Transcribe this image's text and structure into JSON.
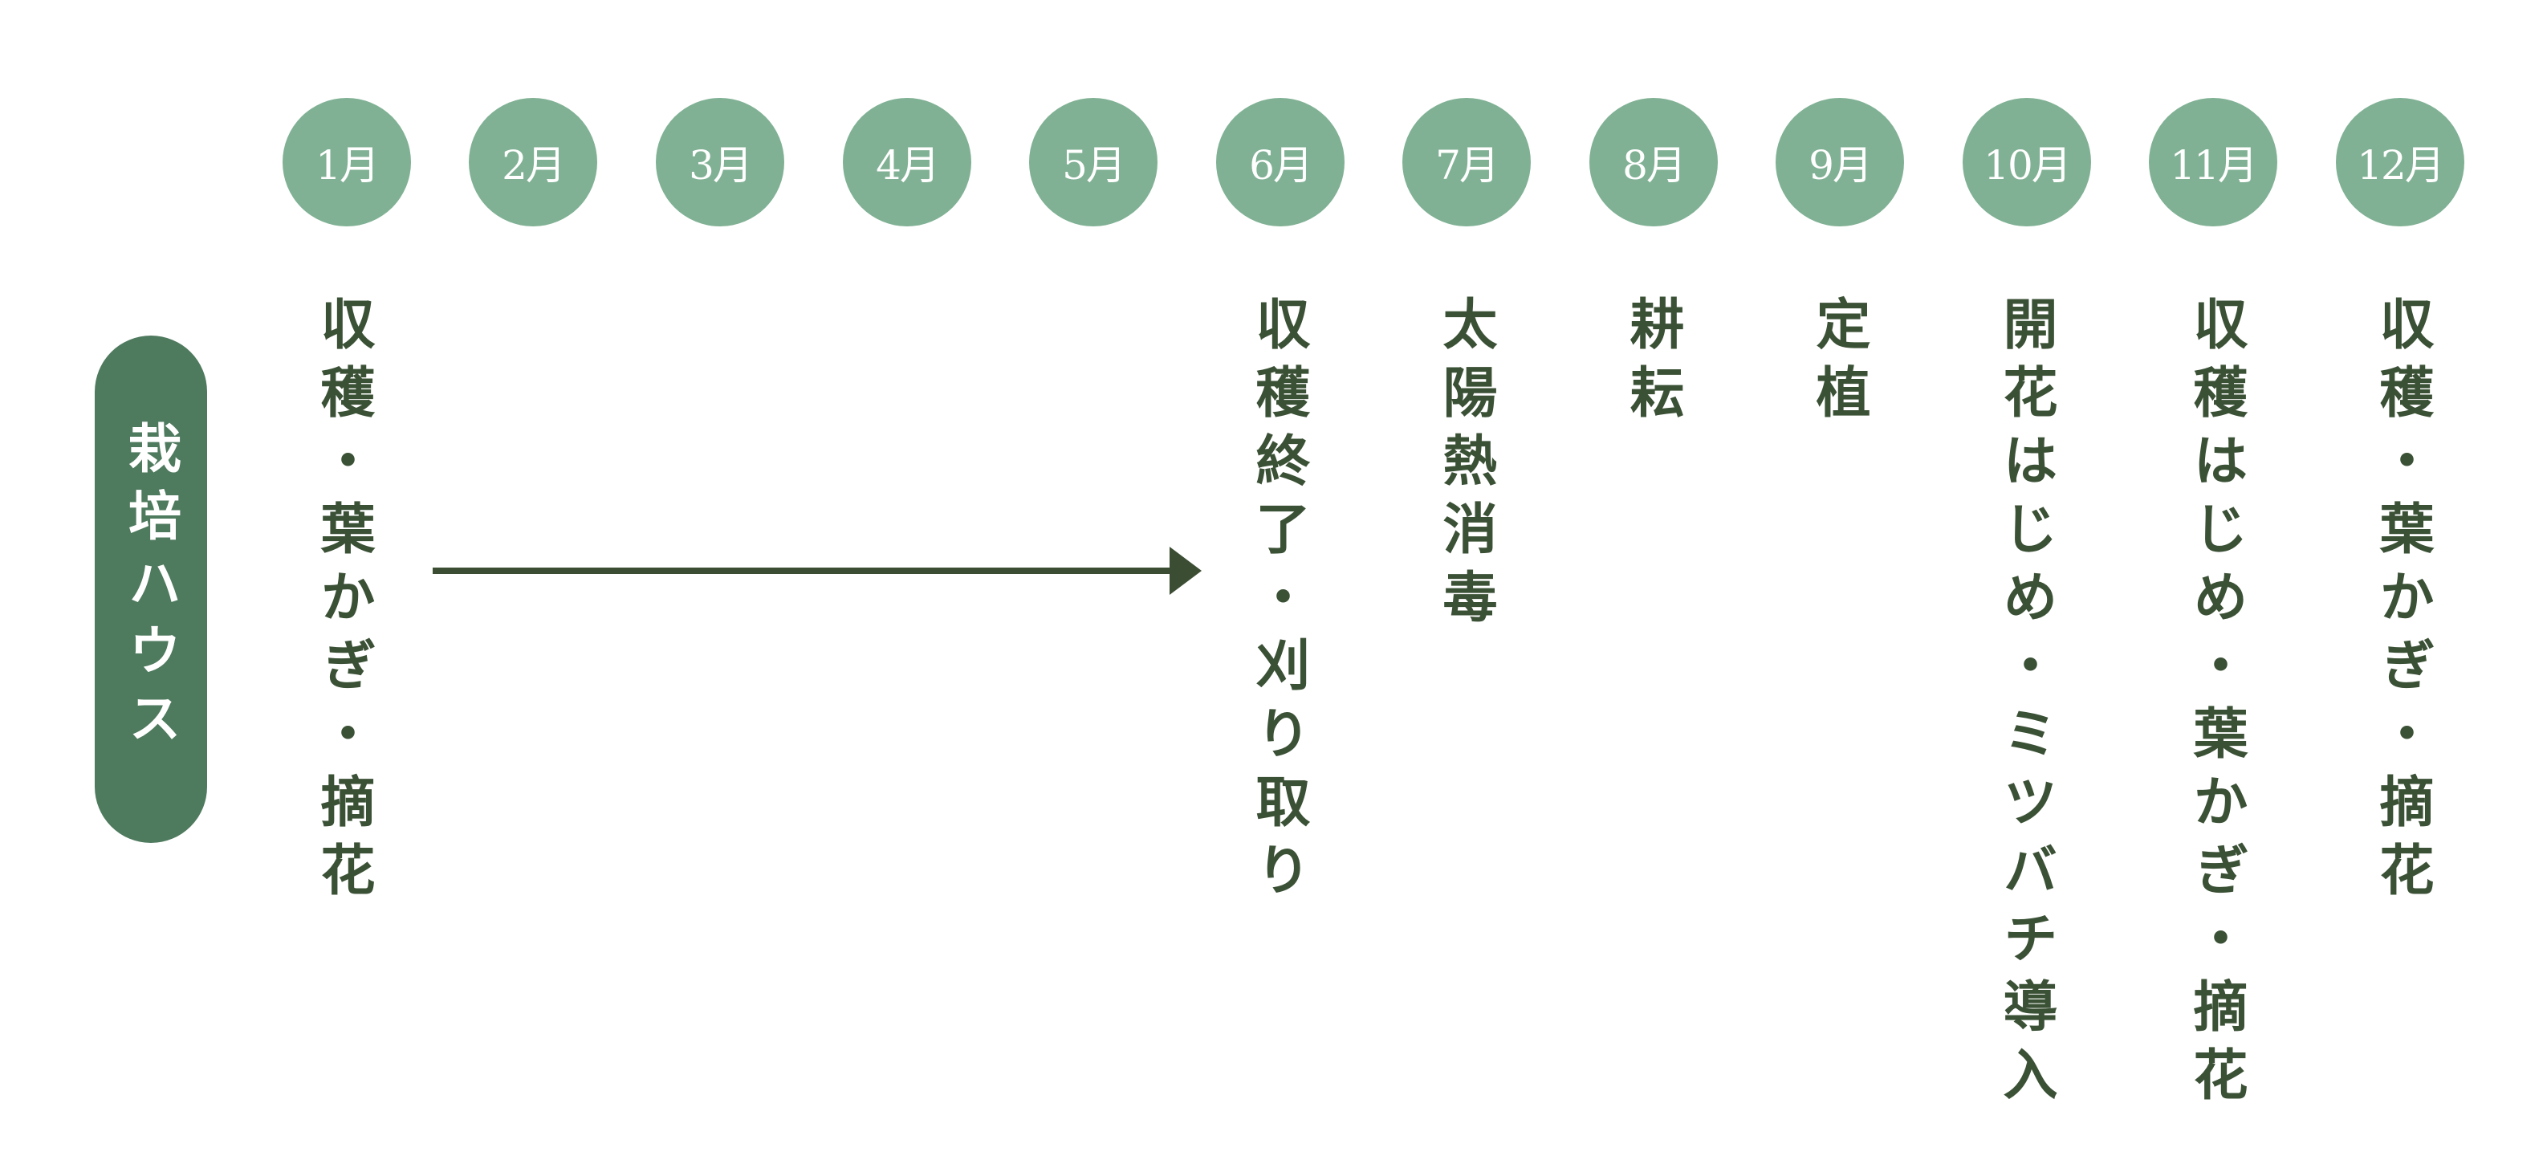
{
  "colors": {
    "month_circle": "#80b194",
    "category_pill": "#4e7a5e",
    "text": "#3b5136",
    "arrow": "#3b4d33"
  },
  "months": [
    {
      "label": "1月"
    },
    {
      "label": "2月"
    },
    {
      "label": "3月"
    },
    {
      "label": "4月"
    },
    {
      "label": "5月"
    },
    {
      "label": "6月"
    },
    {
      "label": "7月"
    },
    {
      "label": "8月"
    },
    {
      "label": "9月"
    },
    {
      "label": "10月"
    },
    {
      "label": "11月"
    },
    {
      "label": "12月"
    }
  ],
  "category": {
    "label": "栽培ハウス"
  },
  "tasks": {
    "m1": "収穫・葉かぎ・摘花",
    "m6": "収穫終了・刈り取り",
    "m7": "太陽熱消毒",
    "m8": "耕耘",
    "m9": "定植",
    "m10": "開花はじめ・ミツバチ導入",
    "m11": "収穫はじめ・葉かぎ・摘花",
    "m12": "収穫・葉かぎ・摘花"
  },
  "arrow": {
    "from_month": "1月",
    "to_month": "6月",
    "meaning": "continues"
  }
}
